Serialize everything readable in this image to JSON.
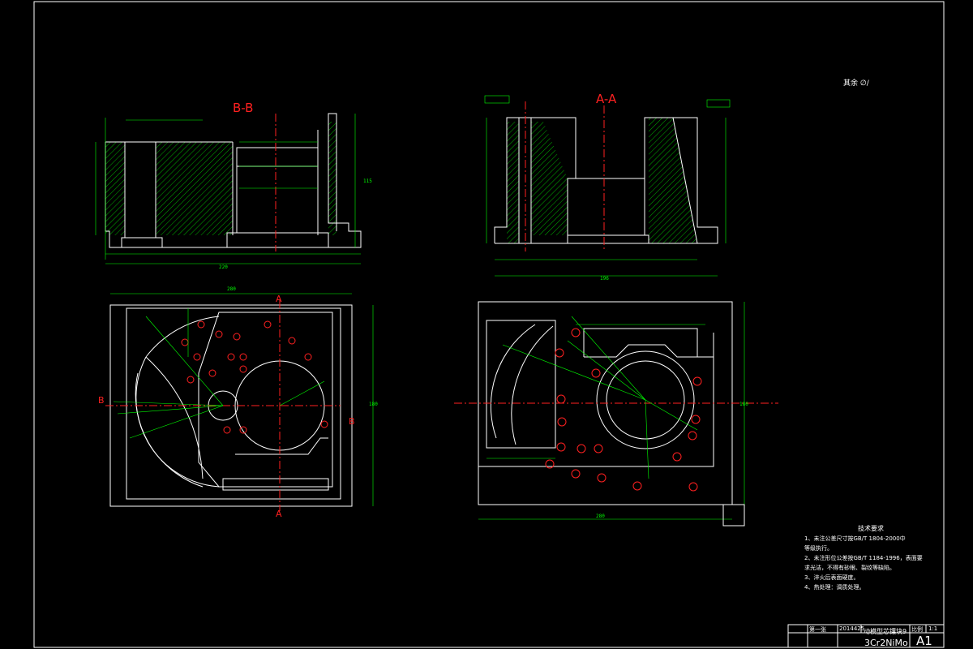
{
  "drawing": {
    "section_bb": "B-B",
    "section_aa": "A-A",
    "cut_label_a": "A",
    "cut_label_b": "B",
    "remaining_note": "其余 ∅/"
  },
  "technical_requirements": {
    "title": "技术要求",
    "items": [
      "1、未注公差尺寸按GB/T 1804-2000中",
      "   等级执行。",
      "2、未注形位公差按GB/T 1184-1996，表面要",
      "   求光洁，不得有砂眼、裂纹等缺陷。",
      "3、淬火后表面硬度。",
      "4、热处理：调质处理。"
    ]
  },
  "title_block": {
    "part_name": "动模型芯镶块9",
    "material": "3Cr2NiMo",
    "drawing_no": "2014425",
    "sheet_size": "A1",
    "scale": "1:1",
    "designer": "第一张",
    "scale_label": "比例"
  },
  "dimensions": {
    "bb_overall_width": "220",
    "bb_height": "115",
    "aa_overall_width": "196",
    "plan_width_left": "280",
    "plan_height_left": "180",
    "plan_width_right": "280",
    "plan_height_right": "180"
  },
  "colors": {
    "outline": "#ffffff",
    "dimension": "#00ff00",
    "hatch": "#00cc00",
    "centerline": "#ff2020",
    "holes": "#ff2020",
    "border": "#ffffff"
  }
}
